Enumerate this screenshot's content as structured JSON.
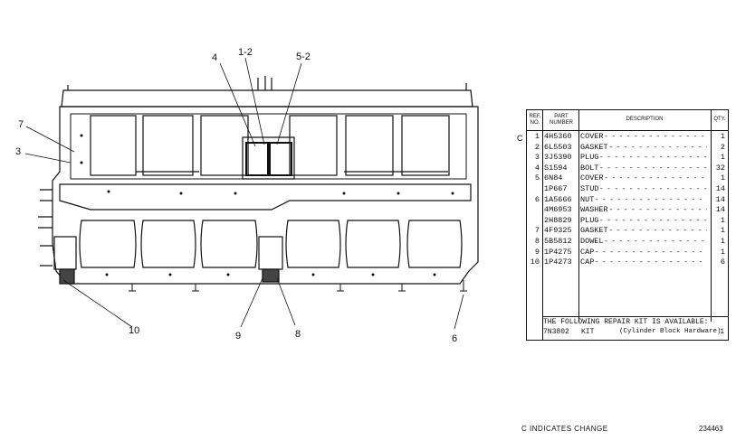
{
  "callouts": {
    "c4": "4",
    "c12": "1-2",
    "c52": "5-2",
    "c7": "7",
    "c3": "3",
    "c10": "10",
    "c9": "9",
    "c8": "8",
    "c6": "6"
  },
  "table": {
    "headers": {
      "ref": "REF. NO.",
      "part": "PART NUMBER",
      "desc": "DESCRIPTION",
      "qty": "QTY."
    },
    "change_mark": "C",
    "rows": [
      {
        "no": "1",
        "part": "4H5360",
        "desc": "COVER",
        "qty": "1"
      },
      {
        "no": "2",
        "part": "6L5503",
        "desc": "GASKET",
        "qty": "2"
      },
      {
        "no": "3",
        "part": "3J5390",
        "desc": "PLUG",
        "qty": "1"
      },
      {
        "no": "4",
        "part": "S1594",
        "desc": "BOLT",
        "qty": "32"
      },
      {
        "no": "5",
        "part": "6N84",
        "desc": "COVER",
        "qty": "1"
      },
      {
        "no": "",
        "part": "1P667",
        "desc": "STUD",
        "qty": "14"
      },
      {
        "no": "6",
        "part": "1A5666",
        "desc": "NUT",
        "qty": "14"
      },
      {
        "no": "",
        "part": "4M6953",
        "desc": "WASHER",
        "qty": "14"
      },
      {
        "no": "",
        "part": "2H8829",
        "desc": "PLUG",
        "qty": "1"
      },
      {
        "no": "7",
        "part": "4F9325",
        "desc": "GASKET",
        "qty": "1"
      },
      {
        "no": "8",
        "part": "5B5812",
        "desc": "DOWEL",
        "qty": "1"
      },
      {
        "no": "9",
        "part": "1P4275",
        "desc": "CAP",
        "qty": "1"
      },
      {
        "no": "10",
        "part": "1P4273",
        "desc": "CAP",
        "qty": "6"
      }
    ],
    "kit_heading": "THE FOLLOWING REPAIR KIT IS AVAILABLE:",
    "kit_part": "7N3802",
    "kit_desc": "KIT",
    "kit_detail": "(Cylinder Block Hardware)",
    "kit_qty": "1"
  },
  "footer": {
    "note": "C INDICATES CHANGE",
    "plate": "234463"
  }
}
